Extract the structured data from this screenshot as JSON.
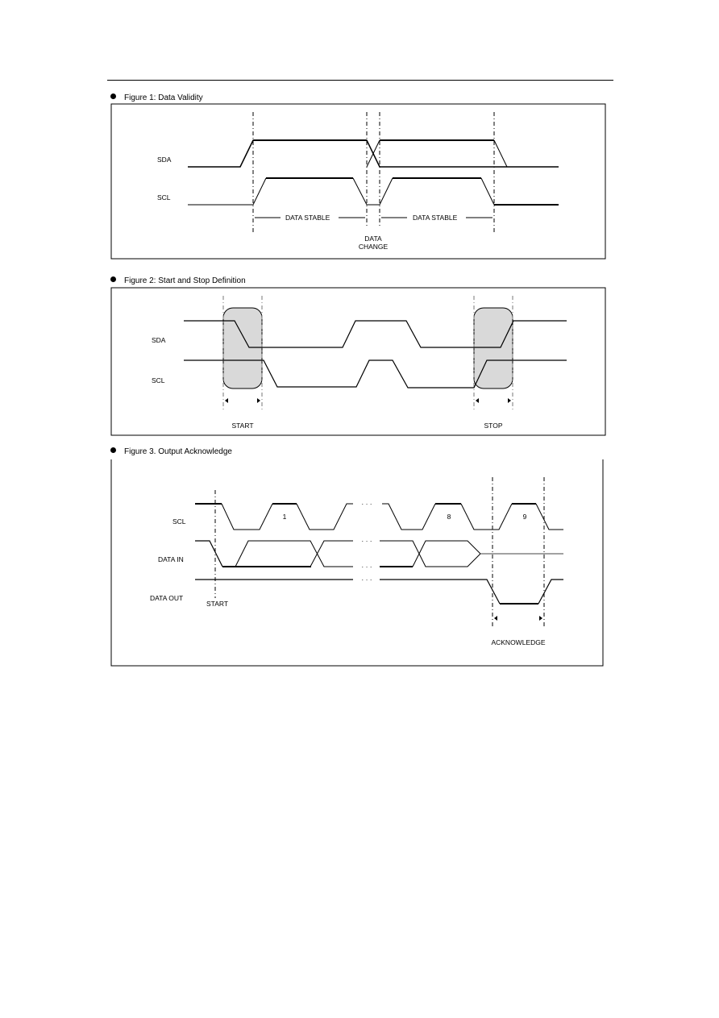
{
  "figure1": {
    "caption": "Figure 1: Data Validity",
    "labels": {
      "sda": "SDA",
      "scl": "SCL",
      "stable_left": "DATA STABLE",
      "stable_right": "DATA STABLE",
      "change_line1": "DATA",
      "change_line2": "CHANGE"
    }
  },
  "figure2": {
    "caption": "Figure 2: Start and Stop Definition",
    "labels": {
      "sda": "SDA",
      "scl": "SCL",
      "start": "START",
      "stop": "STOP"
    }
  },
  "figure3": {
    "caption": "Figure 3. Output Acknowledge",
    "labels": {
      "scl": "SCL",
      "data_in": "DATA IN",
      "data_out": "DATA OUT",
      "start": "START",
      "acknowledge": "ACKNOWLEDGE",
      "clock_1": "1",
      "clock_8": "8",
      "clock_9": "9",
      "ellipsis": "· · ·"
    }
  }
}
